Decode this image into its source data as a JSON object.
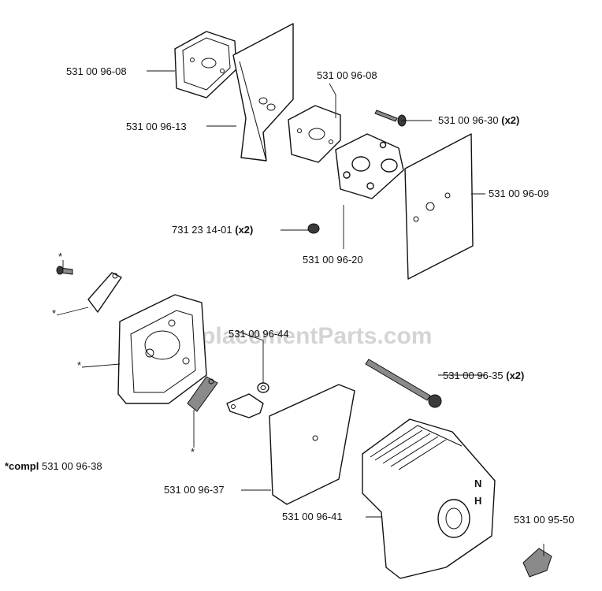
{
  "watermark": "eReplacementParts.com",
  "compl_note": {
    "prefix": "*compl",
    "part": "531 00 96-38"
  },
  "labels": {
    "gasket_top": "531 00 96-08",
    "heat_shield": "531 00 96-13",
    "gasket_mid": "531 00 96-08",
    "screw": "531 00 96-30",
    "screw_qty": "(x2)",
    "plate": "531 00 96-09",
    "nut": "731 23 14-01",
    "nut_qty": "(x2)",
    "flange": "531 00 96-20",
    "washer": "531 00 96-44",
    "long_screw": "531 00 96-35",
    "long_screw_qty": "(x2)",
    "filter": "531 00 96-37",
    "cover": "531 00 96-41",
    "knob": "531 00 95-50"
  },
  "asterisk": "*",
  "cover_marks": {
    "n": "N",
    "h": "H"
  }
}
